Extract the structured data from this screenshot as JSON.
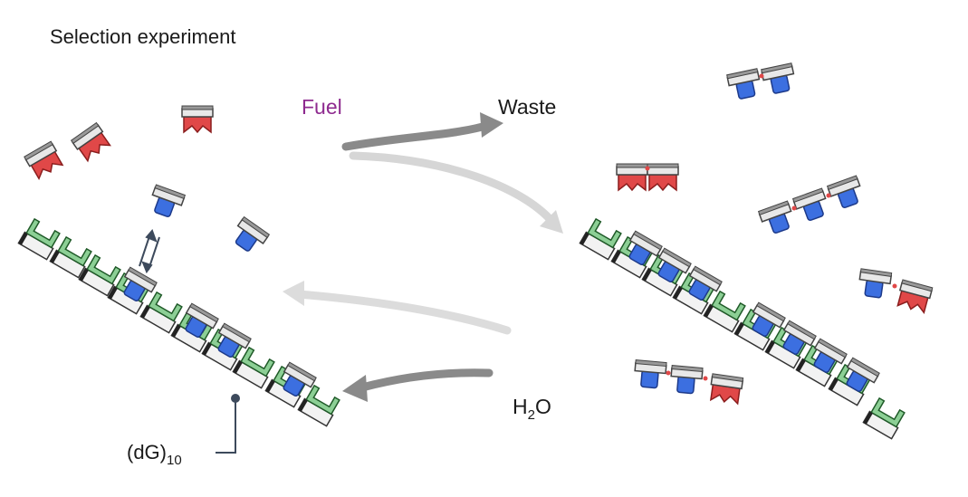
{
  "title": "Selection experiment",
  "fuel": {
    "text": "Fuel",
    "color": "#8e2a8f"
  },
  "waste": "Waste",
  "water": {
    "main": "H",
    "sub": "2",
    "tail": "O"
  },
  "template": {
    "main": "(dG)",
    "sub": "10"
  },
  "colors": {
    "template_green": "#3f8f4a",
    "template_green_light": "#8ccf95",
    "cap_grey": "#cfcfcf",
    "blue": "#3c6fe0",
    "red": "#e04848",
    "arrow_dark": "#7d7d7d",
    "arrow_light": "#d2d2d2"
  },
  "icons": [
    "template-strand",
    "blue-monomer",
    "red-monomer",
    "reaction-arrow",
    "equilibrium-arrow"
  ]
}
